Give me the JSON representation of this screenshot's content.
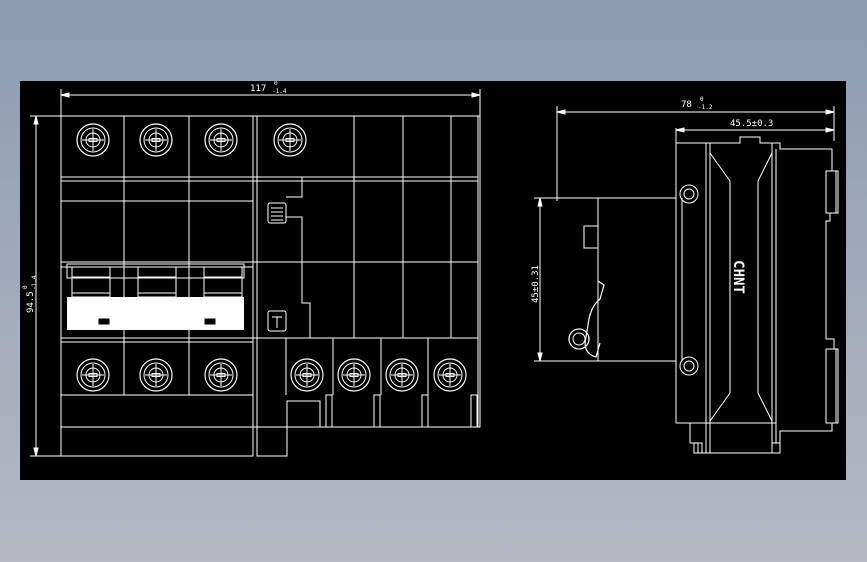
{
  "drawing": {
    "front_view": {
      "width_dim": {
        "value": "117",
        "tol_upper": "0",
        "tol_lower": "-1.4"
      },
      "height_dim": {
        "value": "94.5",
        "tol_upper": "0",
        "tol_lower": "-1.4"
      }
    },
    "side_view": {
      "depth_dim": {
        "value": "78",
        "tol_upper": "0",
        "tol_lower": "-1.2"
      },
      "top_dim": {
        "label": "45.5±0.3"
      },
      "height_dim": {
        "label": "45±0.31"
      },
      "brand": "CHNT"
    },
    "colors": {
      "background": "#000000",
      "lines": "#ffffff",
      "frame": "#8c9bb0"
    }
  }
}
